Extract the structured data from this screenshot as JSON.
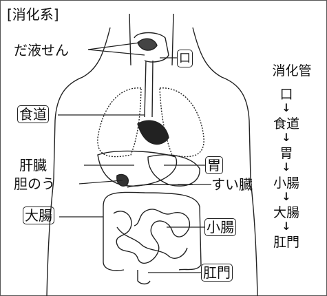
{
  "title": "[消化系]",
  "labels": {
    "salivary": "だ液せん",
    "mouth": "口",
    "esophagus": "食道",
    "liver": "肝臓",
    "stomach": "胃",
    "gallbladder": "胆のう",
    "pancreas": "すい臓",
    "large_intestine": "大腸",
    "small_intestine": "小腸",
    "anus": "肛門"
  },
  "sequence": {
    "heading": "消化管",
    "arrow": "↓",
    "steps": [
      "口",
      "食道",
      "胃",
      "小腸",
      "大腸",
      "肛門"
    ]
  }
}
